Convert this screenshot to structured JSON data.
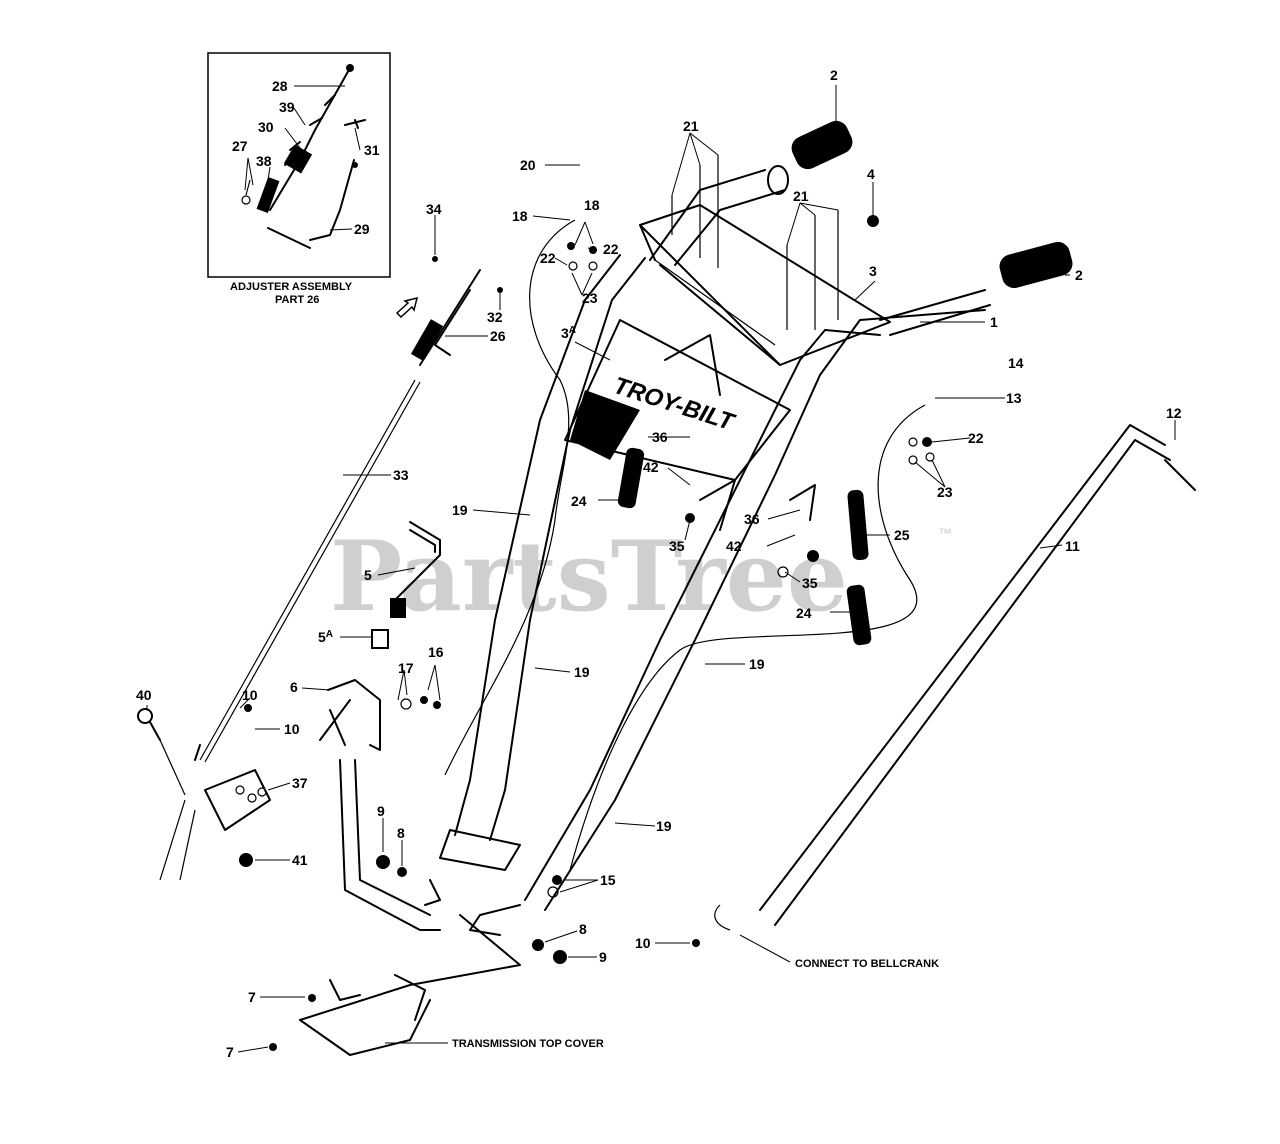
{
  "watermark": "PartsTree",
  "watermark_tm": "™",
  "inset": {
    "caption_line1": "ADJUSTER ASSEMBLY",
    "caption_line2": "PART 26"
  },
  "notes": {
    "transmission": "TRANSMISSION TOP COVER",
    "bellcrank": "CONNECT TO BELLCRANK"
  },
  "decal_text": "TROY-BILT",
  "callouts": [
    {
      "id": "c-28",
      "text": "28"
    },
    {
      "id": "c-39",
      "text": "39"
    },
    {
      "id": "c-30",
      "text": "30"
    },
    {
      "id": "c-31",
      "text": "31"
    },
    {
      "id": "c-27",
      "text": "27"
    },
    {
      "id": "c-38",
      "text": "38"
    },
    {
      "id": "c-29",
      "text": "29"
    },
    {
      "id": "c-2a",
      "text": "2"
    },
    {
      "id": "c-2b",
      "text": "2"
    },
    {
      "id": "c-21a",
      "text": "21"
    },
    {
      "id": "c-21b",
      "text": "21"
    },
    {
      "id": "c-20",
      "text": "20"
    },
    {
      "id": "c-4",
      "text": "4"
    },
    {
      "id": "c-18",
      "text": "18"
    },
    {
      "id": "c-18b",
      "text": "18"
    },
    {
      "id": "c-22a",
      "text": "22"
    },
    {
      "id": "c-22b",
      "text": "22"
    },
    {
      "id": "c-22c",
      "text": "22"
    },
    {
      "id": "c-23a",
      "text": "23"
    },
    {
      "id": "c-23b",
      "text": "23"
    },
    {
      "id": "c-3",
      "text": "3"
    },
    {
      "id": "c-1",
      "text": "1"
    },
    {
      "id": "c-34",
      "text": "34"
    },
    {
      "id": "c-32",
      "text": "32"
    },
    {
      "id": "c-26",
      "text": "26"
    },
    {
      "id": "c-3A",
      "text": "3A"
    },
    {
      "id": "c-14",
      "text": "14"
    },
    {
      "id": "c-13",
      "text": "13"
    },
    {
      "id": "c-12",
      "text": "12"
    },
    {
      "id": "c-33",
      "text": "33"
    },
    {
      "id": "c-36a",
      "text": "36"
    },
    {
      "id": "c-42a",
      "text": "42"
    },
    {
      "id": "c-24a",
      "text": "24"
    },
    {
      "id": "c-35a",
      "text": "35"
    },
    {
      "id": "c-19a",
      "text": "19"
    },
    {
      "id": "c-36b",
      "text": "36"
    },
    {
      "id": "c-42b",
      "text": "42"
    },
    {
      "id": "c-25",
      "text": "25"
    },
    {
      "id": "c-11",
      "text": "11"
    },
    {
      "id": "c-35b",
      "text": "35"
    },
    {
      "id": "c-24b",
      "text": "24"
    },
    {
      "id": "c-5",
      "text": "5"
    },
    {
      "id": "c-5A",
      "text": "5A"
    },
    {
      "id": "c-19b",
      "text": "19"
    },
    {
      "id": "c-19c",
      "text": "19"
    },
    {
      "id": "c-17",
      "text": "17"
    },
    {
      "id": "c-16",
      "text": "16"
    },
    {
      "id": "c-6",
      "text": "6"
    },
    {
      "id": "c-40",
      "text": "40"
    },
    {
      "id": "c-10a",
      "text": "10"
    },
    {
      "id": "c-10b",
      "text": "10"
    },
    {
      "id": "c-37",
      "text": "37"
    },
    {
      "id": "c-19d",
      "text": "19"
    },
    {
      "id": "c-9a",
      "text": "9"
    },
    {
      "id": "c-8a",
      "text": "8"
    },
    {
      "id": "c-41",
      "text": "41"
    },
    {
      "id": "c-15",
      "text": "15"
    },
    {
      "id": "c-8b",
      "text": "8"
    },
    {
      "id": "c-9b",
      "text": "9"
    },
    {
      "id": "c-10c",
      "text": "10"
    },
    {
      "id": "c-7a",
      "text": "7"
    },
    {
      "id": "c-7b",
      "text": "7"
    }
  ]
}
